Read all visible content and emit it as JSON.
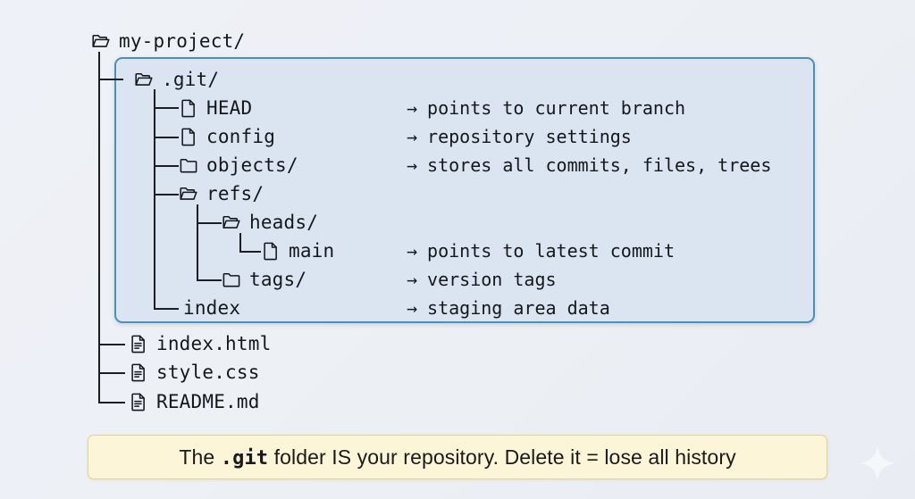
{
  "diagram": {
    "title": "git repository folder structure",
    "colors": {
      "background": "#eef1f7",
      "highlight_fill": "#dbe5f1",
      "highlight_border": "#4a90b8",
      "callout_fill": "#fdf5d8",
      "callout_border": "#e4d28f",
      "text": "#14181d"
    },
    "arrow_glyph": "→",
    "nodes": [
      {
        "id": "root",
        "label": "my-project/",
        "icon": "folder-open-icon",
        "depth": 0,
        "annotation": ""
      },
      {
        "id": "git",
        "label": ".git/",
        "icon": "folder-open-icon",
        "depth": 1,
        "annotation": ""
      },
      {
        "id": "head",
        "label": "HEAD",
        "icon": "file-icon",
        "depth": 2,
        "annotation": "points to current branch"
      },
      {
        "id": "config",
        "label": "config",
        "icon": "file-icon",
        "depth": 2,
        "annotation": "repository settings"
      },
      {
        "id": "objects",
        "label": "objects/",
        "icon": "folder-closed-icon",
        "depth": 2,
        "annotation": "stores all commits, files, trees"
      },
      {
        "id": "refs",
        "label": "refs/",
        "icon": "folder-open-icon",
        "depth": 2,
        "annotation": ""
      },
      {
        "id": "heads",
        "label": "heads/",
        "icon": "folder-open-icon",
        "depth": 3,
        "annotation": ""
      },
      {
        "id": "main",
        "label": "main",
        "icon": "file-icon",
        "depth": 4,
        "annotation": "points to latest commit"
      },
      {
        "id": "tags",
        "label": "tags/",
        "icon": "folder-closed-icon",
        "depth": 3,
        "annotation": "version tags"
      },
      {
        "id": "index",
        "label": "index",
        "icon": "none",
        "depth": 2,
        "annotation": "staging area data"
      },
      {
        "id": "indexhtml",
        "label": "index.html",
        "icon": "file-lines-icon",
        "depth": 1,
        "annotation": ""
      },
      {
        "id": "stylecss",
        "label": "style.css",
        "icon": "file-lines-icon",
        "depth": 1,
        "annotation": ""
      },
      {
        "id": "readmemd",
        "label": "README.md",
        "icon": "file-lines-icon",
        "depth": 1,
        "annotation": ""
      }
    ]
  },
  "callout": {
    "text_before": "The ",
    "code": ".git",
    "text_after": " folder IS your repository. Delete it = lose all history"
  },
  "watermark": {
    "name": "sparkle-decoration"
  }
}
